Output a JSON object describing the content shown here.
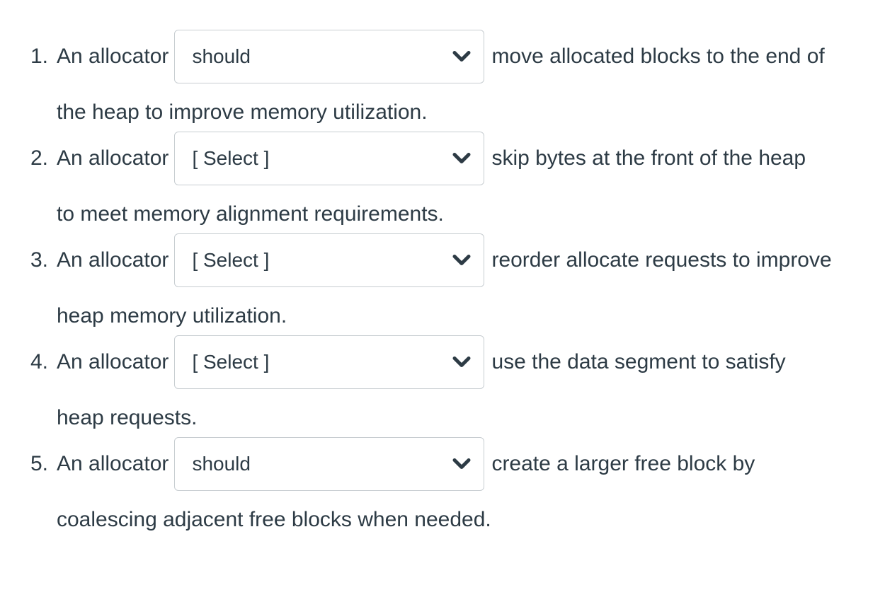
{
  "page": {
    "text_color": "#2D3B45",
    "select_border_color": "#C7CDD1",
    "background_color": "#ffffff"
  },
  "icons": {
    "chevron": "chevron-down-icon"
  },
  "questions": [
    {
      "number": "1.",
      "prefix": "An allocator",
      "select_value": "should",
      "tail_line1": "move allocated blocks to the end of",
      "line2": "the heap to improve memory utilization."
    },
    {
      "number": "2.",
      "prefix": "An allocator",
      "select_value": "[ Select ]",
      "tail_line1": "skip bytes at the front of the heap",
      "line2": "to meet memory alignment requirements."
    },
    {
      "number": "3.",
      "prefix": "An allocator",
      "select_value": "[ Select ]",
      "tail_line1": "reorder allocate requests to improve",
      "line2": "heap memory utilization."
    },
    {
      "number": "4.",
      "prefix": "An allocator",
      "select_value": "[ Select ]",
      "tail_line1": "use the data segment to satisfy",
      "line2": "heap requests."
    },
    {
      "number": "5.",
      "prefix": "An allocator",
      "select_value": "should",
      "tail_line1": "create a larger free block by",
      "line2": "coalescing adjacent free blocks when needed."
    }
  ]
}
